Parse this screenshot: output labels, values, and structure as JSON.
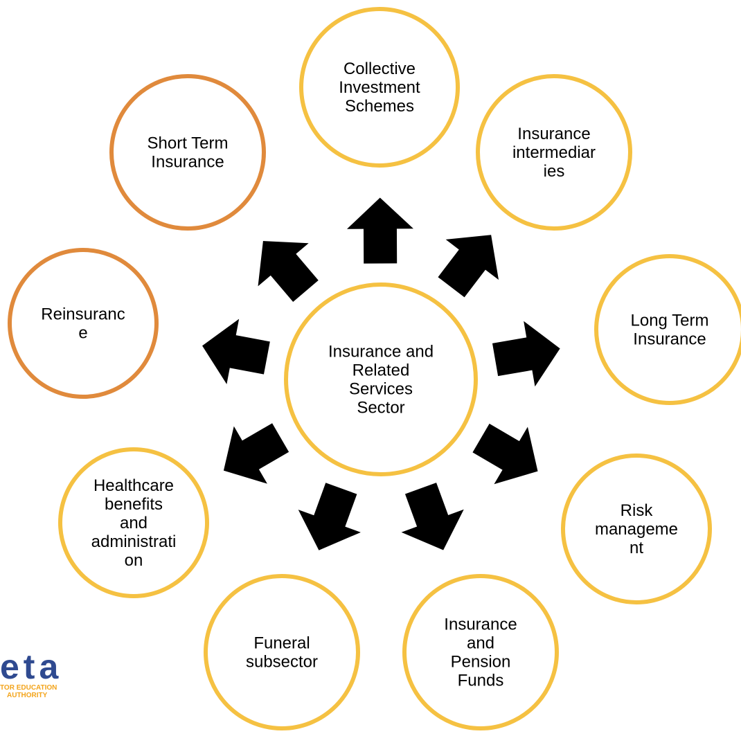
{
  "diagram": {
    "center": {
      "lines": [
        "Insurance and",
        "Related",
        "Services",
        "Sector"
      ],
      "color": "#f5c142"
    },
    "nodes": [
      {
        "id": "collective-investment-schemes",
        "lines": [
          "Collective",
          "Investment",
          "Schemes"
        ],
        "color": "#f5c142"
      },
      {
        "id": "insurance-intermediaries",
        "lines": [
          "Insurance",
          "intermediar",
          "ies"
        ],
        "color": "#f5c142"
      },
      {
        "id": "long-term-insurance",
        "lines": [
          "Long Term",
          "Insurance"
        ],
        "color": "#f5c142"
      },
      {
        "id": "risk-management",
        "lines": [
          "Risk",
          "manageme",
          "nt"
        ],
        "color": "#f5c142"
      },
      {
        "id": "insurance-and-pension-funds",
        "lines": [
          "Insurance",
          "and",
          "Pension",
          "Funds"
        ],
        "color": "#f5c142"
      },
      {
        "id": "funeral-subsector",
        "lines": [
          "Funeral",
          "subsector"
        ],
        "color": "#f5c142"
      },
      {
        "id": "healthcare-benefits",
        "lines": [
          "Healthcare",
          "benefits",
          "and",
          "administrati",
          "on"
        ],
        "color": "#f5c142"
      },
      {
        "id": "reinsurance",
        "lines": [
          "Reinsuranc",
          "e"
        ],
        "color": "#e08a3c"
      },
      {
        "id": "short-term-insurance",
        "lines": [
          "Short Term",
          "Insurance"
        ],
        "color": "#e08a3c"
      }
    ],
    "arrow_color": "#000000"
  },
  "logo": {
    "letters": "eta",
    "line1": "TOR EDUCATION",
    "line2": "AUTHORITY",
    "colors": {
      "letters": "#2f4a90",
      "tagline": "#f3a41b"
    }
  }
}
